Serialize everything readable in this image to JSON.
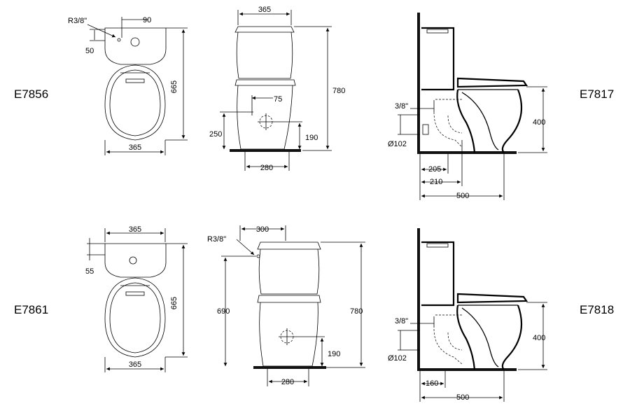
{
  "models": {
    "top_left": "E7856",
    "top_right": "E7817",
    "bottom_left": "E7861",
    "bottom_right": "E7818"
  },
  "dims_top": {
    "plan_thread": "R3/8\"",
    "plan_hole_offset": "90",
    "plan_hole_depth": "50",
    "plan_length": "665",
    "plan_width": "365",
    "front_width": "365",
    "front_height": "780",
    "front_outlet_offset": "75",
    "front_inlet_height": "250",
    "front_outlet_height": "190",
    "front_base_width": "280",
    "side_thread": "3/8\"",
    "side_pipe_diameter": "Ø102",
    "side_seat_height": "400",
    "side_outlet_205": "205",
    "side_outlet_210": "210",
    "side_depth": "500"
  },
  "dims_bottom": {
    "plan_hole_depth": "55",
    "plan_length": "665",
    "plan_width_top": "365",
    "plan_width_bottom": "365",
    "front_thread": "R3/8\"",
    "front_cistern_offset": "300",
    "front_inlet_height": "690",
    "front_height": "780",
    "front_outlet_height": "190",
    "front_base_width": "280",
    "side_thread": "3/8\"",
    "side_pipe_diameter": "Ø102",
    "side_seat_height": "400",
    "side_outlet_160": "160",
    "side_depth": "500"
  }
}
